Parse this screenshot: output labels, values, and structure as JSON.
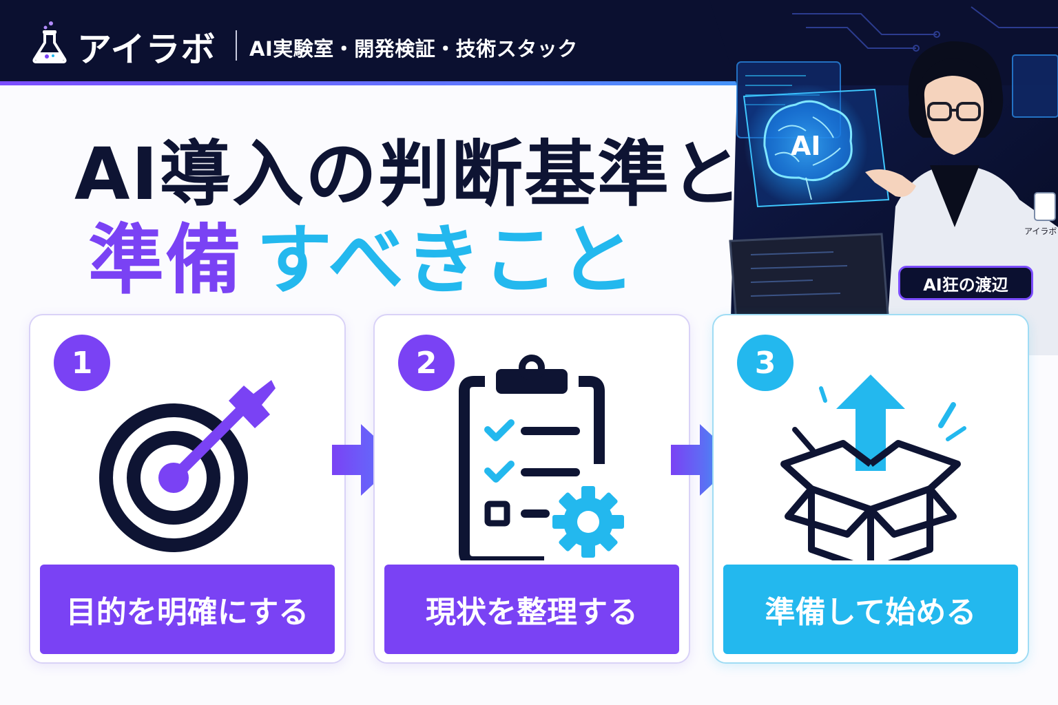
{
  "header": {
    "logo_icon": "flask-icon",
    "brand": "アイラボ",
    "tagline": "AI実験室・開発検証・技術スタック"
  },
  "hero": {
    "screen_text": "AI",
    "coat_text": "アイラボ",
    "name_badge": "AI狂の渡辺"
  },
  "headline": {
    "line1": "AI導入の判断基準と",
    "line2_part1": "準備",
    "line2_part2": "すべきこと"
  },
  "steps": [
    {
      "number": "1",
      "label": "目的を明確にする",
      "icon": "target-icon",
      "color": "#7a42f4"
    },
    {
      "number": "2",
      "label": "現状を整理する",
      "icon": "clipboard-checklist-gear-icon",
      "color": "#7a42f4"
    },
    {
      "number": "3",
      "label": "準備して始める",
      "icon": "open-box-arrow-up-icon",
      "color": "#23b8ee"
    }
  ],
  "colors": {
    "navy": "#0b1030",
    "purple": "#7a42f4",
    "cyan": "#23b8ee",
    "text_dark": "#0e1433"
  }
}
